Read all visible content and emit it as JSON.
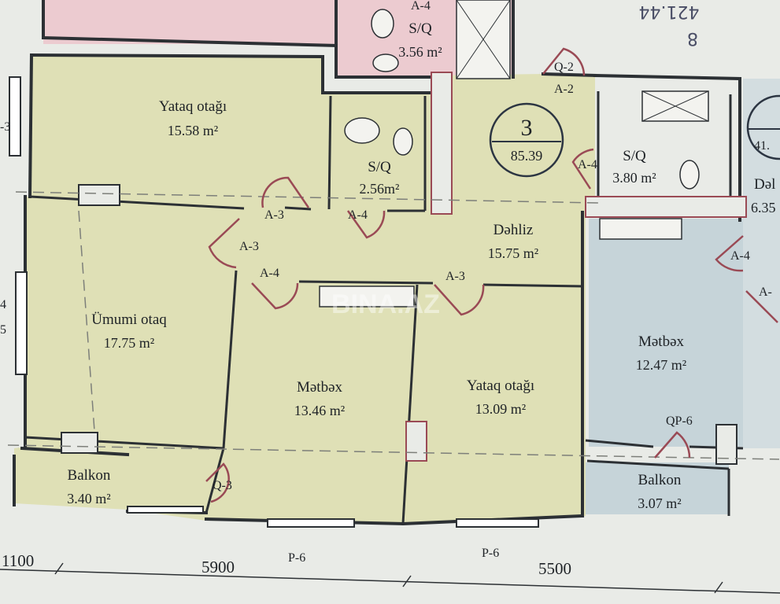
{
  "apartment": {
    "number": "3",
    "area": "85.39"
  },
  "rooms": {
    "bedroom_top": {
      "name": "Yataq otağı",
      "area": "15.58 m²"
    },
    "bath_left": {
      "name": "S/Q",
      "area": "2.56m²"
    },
    "bath_top": {
      "name": "S/Q",
      "area": "3.56 m²"
    },
    "bath_right": {
      "name": "S/Q",
      "area": "3.80 m²"
    },
    "hall": {
      "name": "Dəhliz",
      "area": "15.75 m²"
    },
    "living": {
      "name": "Ümumi otaq",
      "area": "17.75 m²"
    },
    "kitchen": {
      "name": "Mətbəx",
      "area": "13.46 m²"
    },
    "bedroom_bottom": {
      "name": "Yataq otağı",
      "area": "13.09 m²"
    },
    "balcony_left": {
      "name": "Balkon",
      "area": "3.40 m²"
    },
    "kitchen_right": {
      "name": "Mətbəx",
      "area": "12.47 m²"
    },
    "balcony_right": {
      "name": "Balkon",
      "area": "3.07 m²"
    },
    "partial_right_room": {
      "name": "Dəl",
      "area": "6.35"
    },
    "partial_circle_number": "41."
  },
  "doors": {
    "a4_top": "A-4",
    "q2": "Q-2",
    "a2": "A-2",
    "a3_upper": "A-3",
    "a4_upper": "A-4",
    "a3_left": "A-3",
    "a4_mid": "A-4",
    "a3_mid": "A-3",
    "a4_bath_right": "A-4",
    "a4_right": "A-4",
    "a_edge": "A-",
    "qp6": "QP-6",
    "q3": "Q-3"
  },
  "windows": {
    "p6_left": "P-6",
    "p6_right": "P-6"
  },
  "dimensions": {
    "d1": "1100",
    "d2": "5900",
    "d3": "5500"
  },
  "edge_marks": {
    "m1": "-3",
    "m2": "4",
    "m3": "5"
  },
  "handwritten": {
    "note": "421.44",
    "number": "8"
  },
  "watermark": "BINA.AZ",
  "colors": {
    "paper": "#e9ebe7",
    "apartment_fill": "#dfe0b6",
    "neighbor_pink": "#eccbd0",
    "neighbor_blue": "#c6d4d9",
    "wall": "#2c3034",
    "door_arc": "#9a4a55"
  }
}
